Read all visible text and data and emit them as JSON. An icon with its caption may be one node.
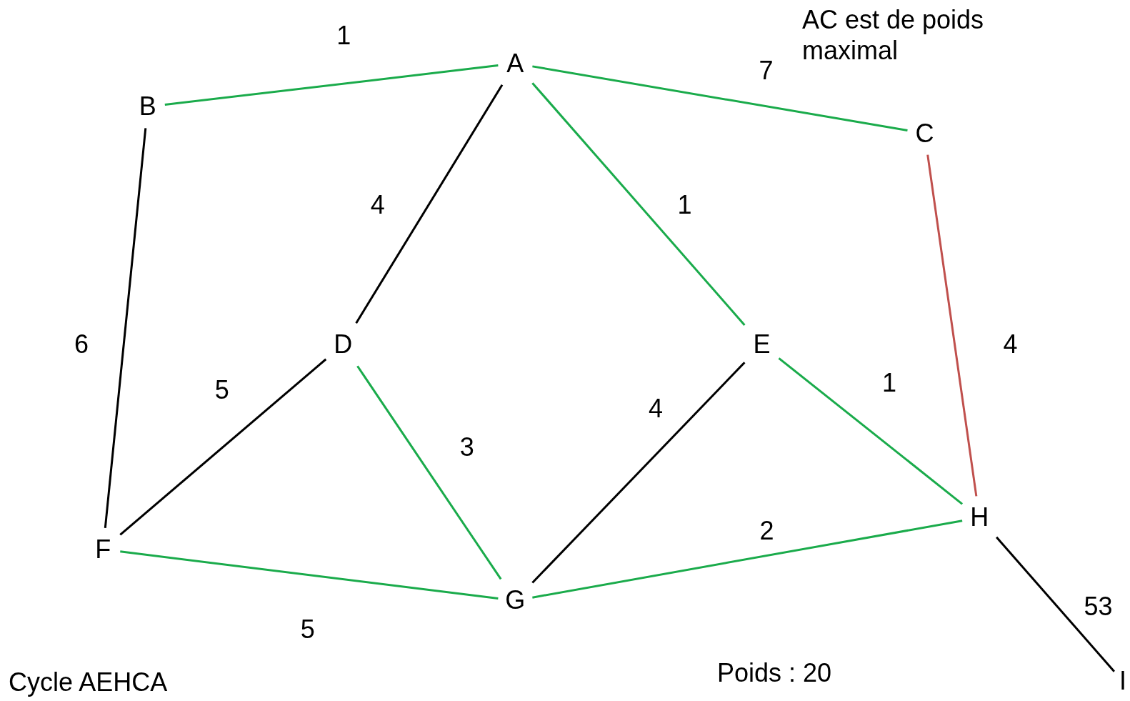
{
  "diagram": {
    "nodes": [
      {
        "text": [
          "A"
        ]
      },
      {
        "text": [
          "B"
        ]
      },
      {
        "text": [
          "C"
        ]
      },
      {
        "text": [
          "D"
        ]
      },
      {
        "text": [
          "E"
        ]
      },
      {
        "text": [
          "F"
        ]
      },
      {
        "text": [
          "G"
        ]
      },
      {
        "text": [
          "H"
        ]
      },
      {
        "text": [
          "I"
        ]
      }
    ],
    "edges": [
      {
        "from": 1,
        "to": 0,
        "arrow": "none",
        "label": "1"
      },
      {
        "from": 0,
        "to": 2,
        "arrow": "none",
        "label": "7"
      },
      {
        "from": 0,
        "to": 3,
        "arrow": "none",
        "label": "4",
        "color": "#000000"
      },
      {
        "from": 0,
        "to": 4,
        "arrow": "none",
        "label": "1"
      },
      {
        "from": 2,
        "to": 7,
        "arrow": "none",
        "label": "4",
        "color": "#c0504d"
      },
      {
        "from": 1,
        "to": 5,
        "arrow": "none",
        "label": "6",
        "color": "#000000"
      },
      {
        "from": 3,
        "to": 5,
        "arrow": "none",
        "label": "5",
        "color": "#000000"
      },
      {
        "from": 3,
        "to": 6,
        "arrow": "none",
        "label": "3"
      },
      {
        "from": 4,
        "to": 6,
        "arrow": "none",
        "label": "4",
        "color": "#000000"
      },
      {
        "from": 4,
        "to": 7,
        "arrow": "none",
        "label": "1"
      },
      {
        "from": 5,
        "to": 6,
        "arrow": "none",
        "label": "5"
      },
      {
        "from": 6,
        "to": 7,
        "arrow": "none",
        "label": "2"
      },
      {
        "from": 7,
        "to": 8,
        "arrow": "none",
        "label": "53",
        "color": "#000000"
      }
    ],
    "labels": [
      "AC est de poids maximal",
      "Cycle AEHCA",
      "Poids : 20"
    ]
  }
}
